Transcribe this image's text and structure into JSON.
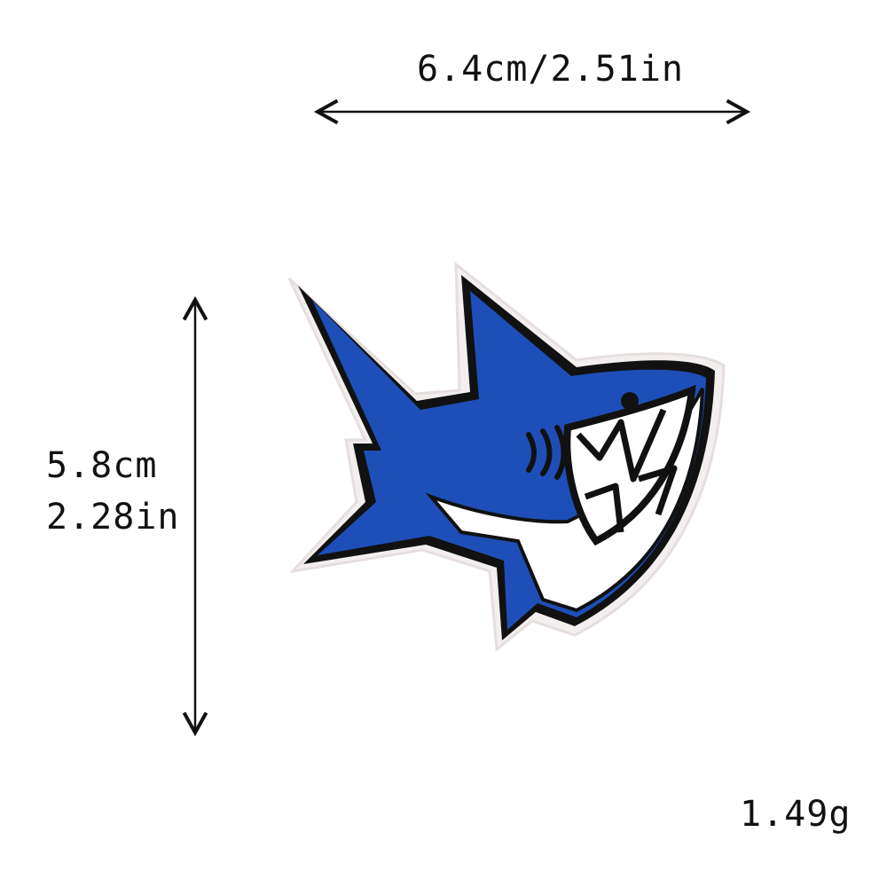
{
  "dimensions": {
    "width_text": "6.4cm/2.51in",
    "height_cm_text": "5.8cm",
    "height_in_text": "2.28in",
    "weight_text": "1.49g"
  },
  "colors": {
    "background": "#ffffff",
    "shark_blue": "#1e4fb8",
    "outline": "#111111",
    "belly": "#ffffff",
    "patch_border": "#f2eeee"
  },
  "icons": {
    "patch": "shark-embroidered-patch",
    "width_arrow": "double-arrow-horizontal",
    "height_arrow": "double-arrow-vertical"
  }
}
